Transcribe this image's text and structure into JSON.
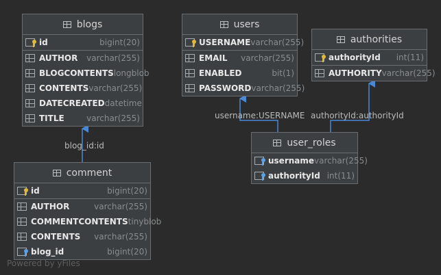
{
  "tables": {
    "blogs": {
      "title": "blogs",
      "columns": [
        {
          "name": "id",
          "type": "bigint(20)"
        },
        {
          "name": "AUTHOR",
          "type": "varchar(255)"
        },
        {
          "name": "BLOGCONTENTS",
          "type": "longblob"
        },
        {
          "name": "CONTENTS",
          "type": "varchar(255)"
        },
        {
          "name": "DATECREATED",
          "type": "datetime"
        },
        {
          "name": "TITLE",
          "type": "varchar(255)"
        }
      ]
    },
    "users": {
      "title": "users",
      "columns": [
        {
          "name": "USERNAME",
          "type": "varchar(255)"
        },
        {
          "name": "EMAIL",
          "type": "varchar(255)"
        },
        {
          "name": "ENABLED",
          "type": "bit(1)"
        },
        {
          "name": "PASSWORD",
          "type": "varchar(255)"
        }
      ]
    },
    "authorities": {
      "title": "authorities",
      "columns": [
        {
          "name": "authorityId",
          "type": "int(11)"
        },
        {
          "name": "AUTHORITY",
          "type": "varchar(255)"
        }
      ]
    },
    "user_roles": {
      "title": "user_roles",
      "columns": [
        {
          "name": "username",
          "type": "varchar(255)"
        },
        {
          "name": "authorityId",
          "type": "int(11)"
        }
      ]
    },
    "comment": {
      "title": "comment",
      "columns": [
        {
          "name": "id",
          "type": "bigint(20)"
        },
        {
          "name": "AUTHOR",
          "type": "varchar(255)"
        },
        {
          "name": "COMMENTCONTENTS",
          "type": "tinyblob"
        },
        {
          "name": "CONTENTS",
          "type": "varchar(255)"
        },
        {
          "name": "blog_id",
          "type": "bigint(20)"
        }
      ]
    }
  },
  "relations": {
    "comment_blogs": "blog_id:id",
    "user_roles_users": "username:USERNAME",
    "user_roles_authorities": "authorityId:authorityId"
  },
  "footer": "Powered by yFiles",
  "colors": {
    "background": "#2b2b2b",
    "table_bg": "#3c3f41",
    "border": "#6b6e70",
    "arrow": "#4a88d6",
    "primary_key": "#e0b83a",
    "foreign_key": "#5aa0e6"
  }
}
